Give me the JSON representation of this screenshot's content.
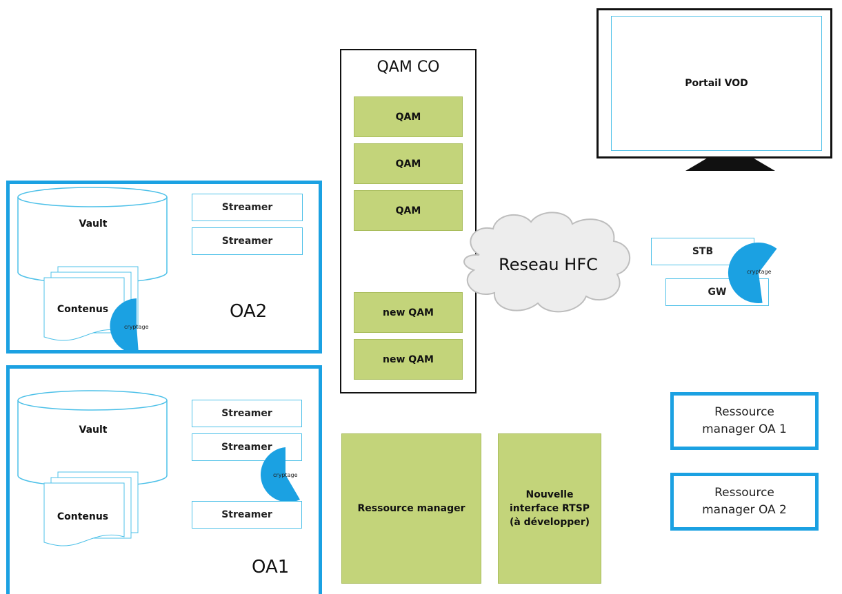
{
  "tv": {
    "label": "Portail VOD"
  },
  "qam_co": {
    "title": "QAM CO",
    "qams": [
      "QAM",
      "QAM",
      "QAM"
    ],
    "new_qams": [
      "new QAM",
      "new QAM"
    ]
  },
  "network": {
    "label": "Reseau HFC"
  },
  "client": {
    "stb": "STB",
    "gw": "GW",
    "crypt": "cryptage"
  },
  "oa2": {
    "label": "OA2",
    "vault": "Vault",
    "contents": "Contenus",
    "streamers": [
      "Streamer",
      "Streamer"
    ],
    "crypt": "cryptage"
  },
  "oa1": {
    "label": "OA1",
    "vault": "Vault",
    "contents": "Contenus",
    "streamers": [
      "Streamer",
      "Streamer",
      "Streamer"
    ],
    "crypt": "cryptage"
  },
  "center": {
    "resource_manager": "Ressource manager",
    "rtsp_line1": "Nouvelle",
    "rtsp_line2": "interface RTSP",
    "rtsp_line3": "(à développer)"
  },
  "right": {
    "rm_oa1_line1": "Ressource",
    "rm_oa1_line2": "manager OA 1",
    "rm_oa2_line1": "Ressource",
    "rm_oa2_line2": "manager OA 2"
  },
  "colors": {
    "accent_blue": "#1ba1e2",
    "green": "#c3d47a",
    "light_blue": "#4cc0e8"
  }
}
